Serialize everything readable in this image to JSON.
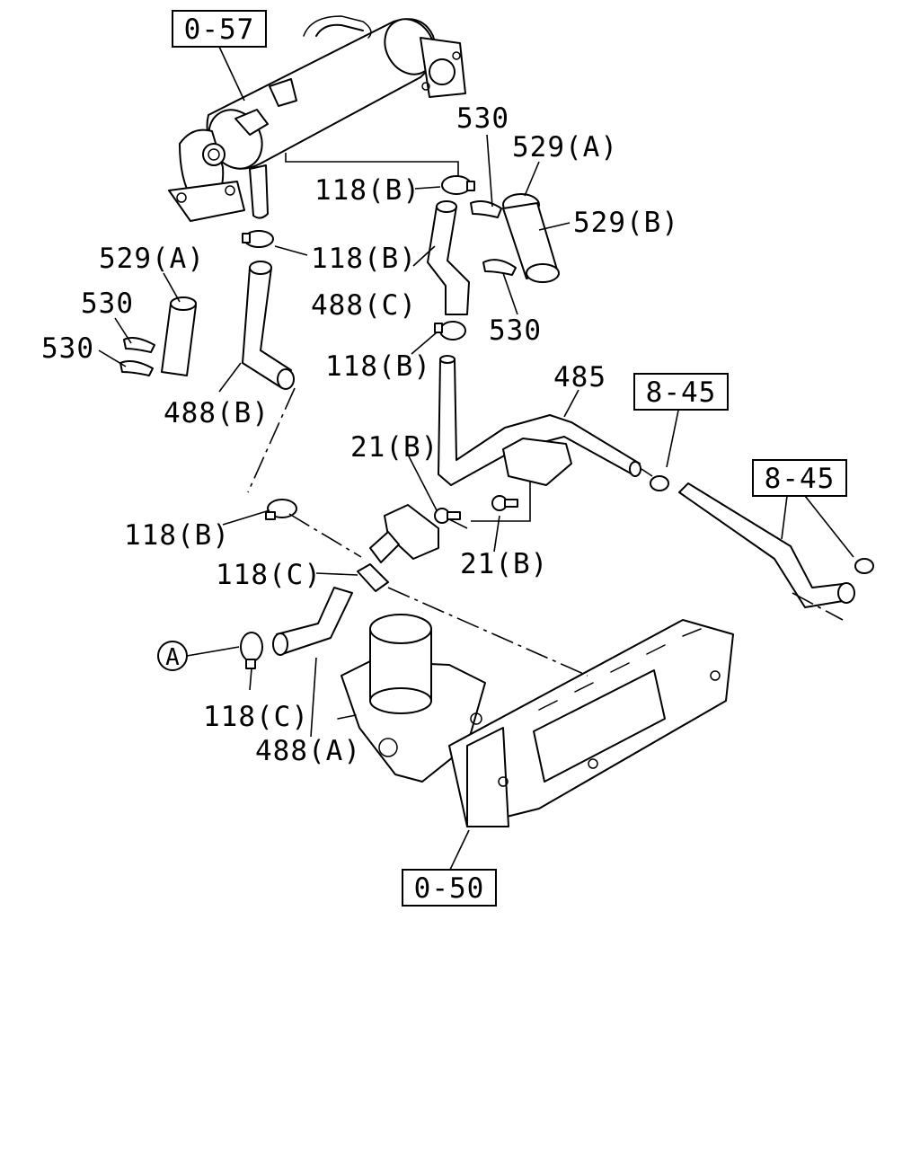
{
  "refs": {
    "egr_cooler_ref": "0-57",
    "pipe_ref_upper": "8-45",
    "pipe_ref_right": "8-45",
    "manifold_ref": "0-50"
  },
  "labels": {
    "clip_530_top": "530",
    "hose_529a_top": "529(A)",
    "clamp_118b_top": "118(B)",
    "hose_529b": "529(B)",
    "clamp_118b_mid": "118(B)",
    "hose_529a_left": "529(A)",
    "clip_530_left_a": "530",
    "clip_530_left_b": "530",
    "hose_488c": "488(C)",
    "clip_530_mid": "530",
    "clamp_118b_pipe": "118(B)",
    "hose_488b": "488(B)",
    "pipe_485": "485",
    "bolt_21b_top": "21(B)",
    "clamp_118b_low": "118(B)",
    "bolt_21b_low": "21(B)",
    "clamp_118c_top": "118(C)",
    "circle_a": "A",
    "clamp_118c_low": "118(C)",
    "hose_488a": "488(A)"
  }
}
